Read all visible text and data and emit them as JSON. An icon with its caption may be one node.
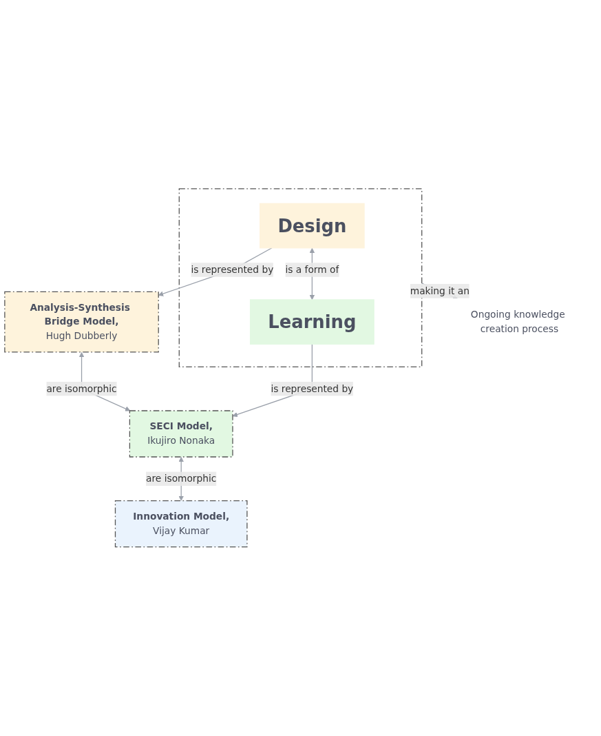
{
  "diagram": {
    "nodes": [
      {
        "text": [
          "Analysis-Synthesis Bridge Model,",
          "Hugh Dubberly"
        ]
      },
      {
        "text": [
          "SECI Model,",
          "Ikujiro Nonaka"
        ]
      },
      {
        "text": [
          "Innovation Model,",
          "Vijay Kumar"
        ]
      },
      {
        "text": [],
        "shape": "box"
      },
      {
        "text": [
          "Design"
        ],
        "in": 3
      },
      {
        "text": [
          "Learning"
        ],
        "in": 3
      },
      {
        "text": [
          "Ongoing knowledge creation process"
        ]
      }
    ],
    "edges": [
      {
        "from": 0,
        "to": 1,
        "arrow": "both",
        "label": "are isomorphic"
      },
      {
        "from": 1,
        "to": 2,
        "arrow": "both",
        "label": "are isomorphic"
      },
      {
        "from": 4,
        "to": 0,
        "arrow": "to",
        "label": "is represented by"
      },
      {
        "from": 5,
        "to": 1,
        "arrow": "to",
        "label": "is represented by"
      },
      {
        "from": 4,
        "to": 5,
        "arrow": "both",
        "label": "is a form of"
      },
      {
        "from": 3,
        "to": 6,
        "arrow": "to",
        "label": "making it an"
      }
    ]
  }
}
